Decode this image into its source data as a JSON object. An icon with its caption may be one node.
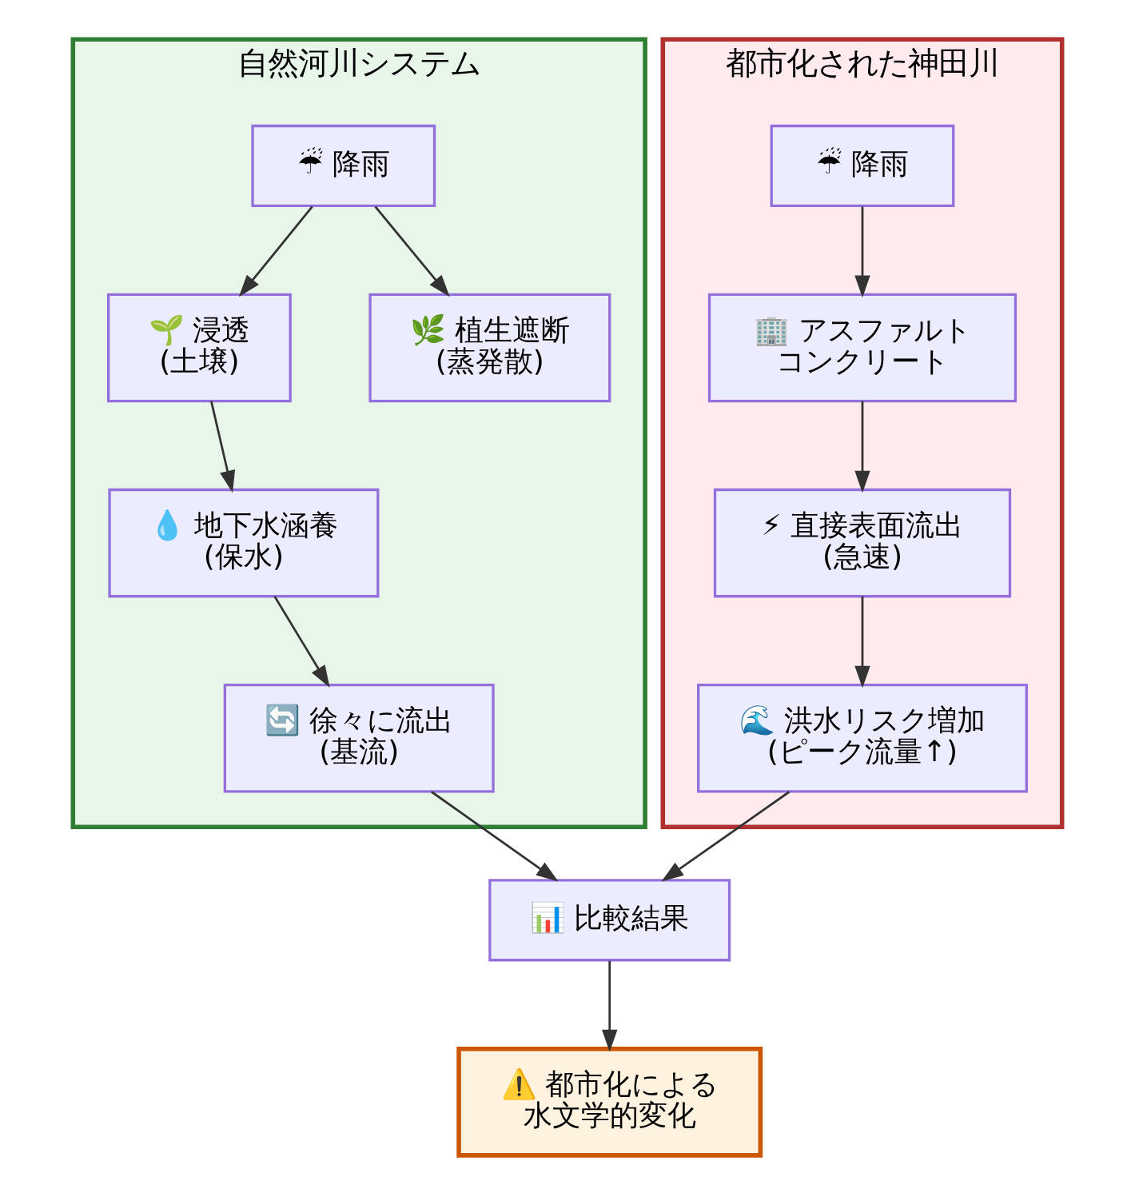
{
  "diagram": {
    "nodes": [
      {
        "text": [
          "自然河川システム"
        ]
      },
      {
        "text": [
          "☔ 降雨"
        ],
        "in": 0
      },
      {
        "text": [
          "🌱 浸透",
          "(土壌)"
        ],
        "in": 0
      },
      {
        "text": [
          "🌿 植生遮断",
          "(蒸発散)"
        ],
        "in": 0
      },
      {
        "text": [
          "💧 地下水涵養",
          "(保水)"
        ],
        "in": 0
      },
      {
        "text": [
          "🔄 徐々に流出",
          "(基流)"
        ],
        "in": 0
      },
      {
        "text": [
          "都市化された神田川"
        ]
      },
      {
        "text": [
          "☔ 降雨"
        ],
        "in": 6
      },
      {
        "text": [
          "🏢 アスファルト",
          "コンクリート"
        ],
        "in": 6
      },
      {
        "text": [
          "⚡ 直接表面流出",
          "(急速)"
        ],
        "in": 6
      },
      {
        "text": [
          "🌊 洪水リスク増加",
          "(ピーク流量↑)"
        ],
        "in": 6
      },
      {
        "text": [
          "📊 比較結果"
        ]
      },
      {
        "text": [
          "⚠️ 都市化による",
          "水文学的変化"
        ]
      }
    ],
    "edges": [
      {
        "from": 1,
        "to": 2,
        "arrow": "to"
      },
      {
        "from": 1,
        "to": 3,
        "arrow": "to"
      },
      {
        "from": 2,
        "to": 4,
        "arrow": "to"
      },
      {
        "from": 4,
        "to": 5,
        "arrow": "to"
      },
      {
        "from": 7,
        "to": 8,
        "arrow": "to"
      },
      {
        "from": 8,
        "to": 9,
        "arrow": "to"
      },
      {
        "from": 9,
        "to": 10,
        "arrow": "to"
      },
      {
        "from": 5,
        "to": 11,
        "arrow": "to"
      },
      {
        "from": 10,
        "to": 11,
        "arrow": "to"
      },
      {
        "from": 11,
        "to": 12,
        "arrow": "to"
      }
    ]
  }
}
